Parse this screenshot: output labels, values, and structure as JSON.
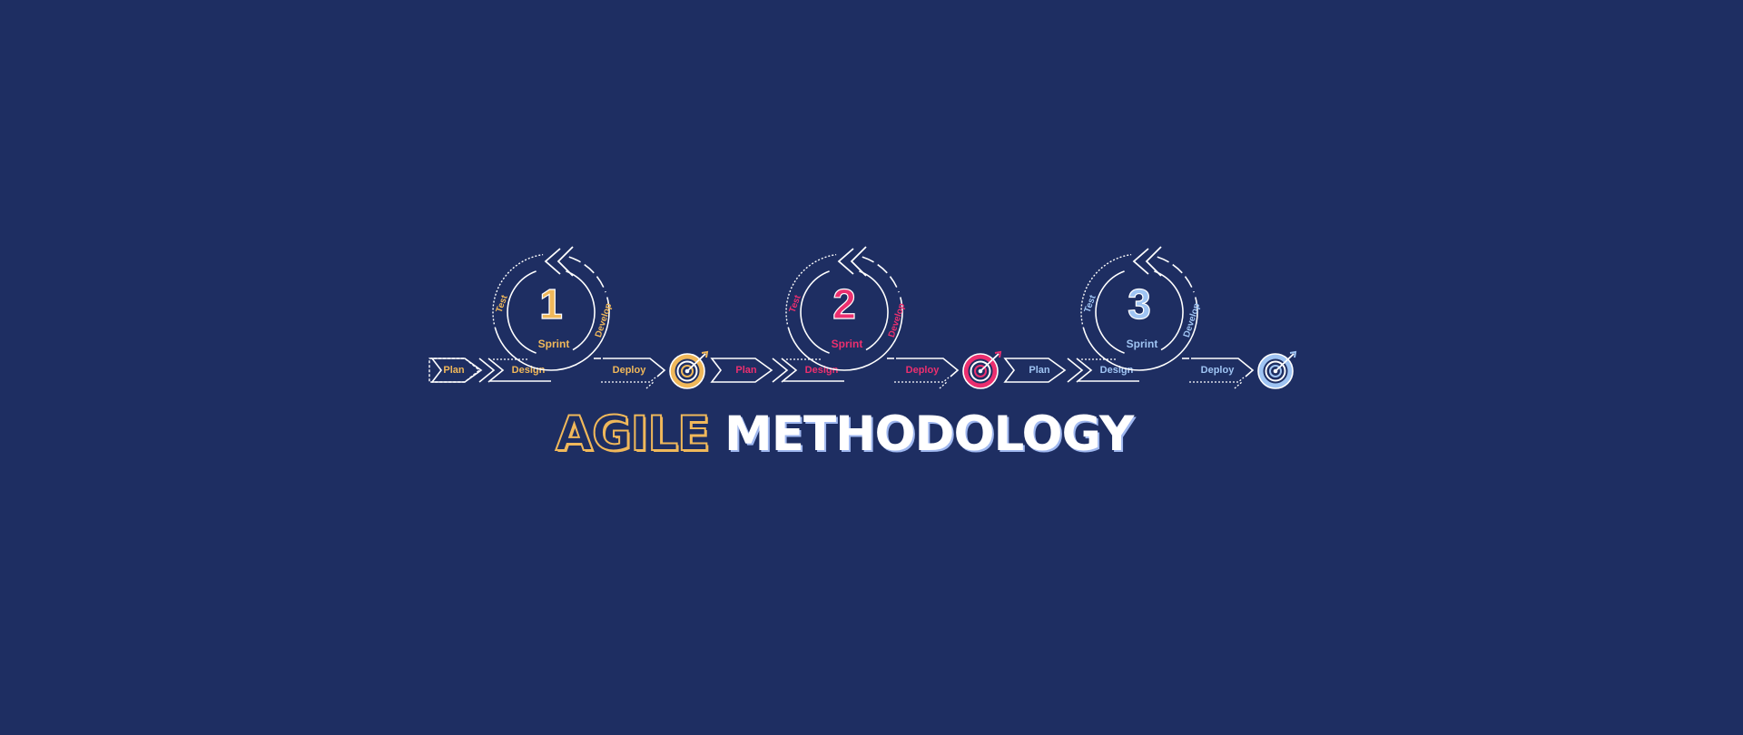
{
  "title": {
    "word1": "AGILE",
    "word2": "METHODOLOGY",
    "word1_color": "#1e2e62",
    "word1_outline": "#f0b85a",
    "word2_color": "#ffffff",
    "word2_outline": "#9fb7ef"
  },
  "colors": {
    "background": "#1e2e62",
    "lines": "#ffffff"
  },
  "sprints": [
    {
      "number": "1",
      "sprint_label": "Sprint",
      "steps": {
        "plan": "Plan",
        "design": "Design",
        "test": "Test",
        "develop": "Develop",
        "deploy": "Deploy"
      },
      "accent": "#f0b85a",
      "target_icon": "target-icon"
    },
    {
      "number": "2",
      "sprint_label": "Sprint",
      "steps": {
        "plan": "Plan",
        "design": "Design",
        "test": "Test",
        "develop": "Develop",
        "deploy": "Deploy"
      },
      "accent": "#ec2f6f",
      "target_icon": "target-icon"
    },
    {
      "number": "3",
      "sprint_label": "Sprint",
      "steps": {
        "plan": "Plan",
        "design": "Design",
        "test": "Test",
        "develop": "Develop",
        "deploy": "Deploy"
      },
      "accent": "#9fc4f3",
      "target_icon": "target-icon"
    }
  ]
}
